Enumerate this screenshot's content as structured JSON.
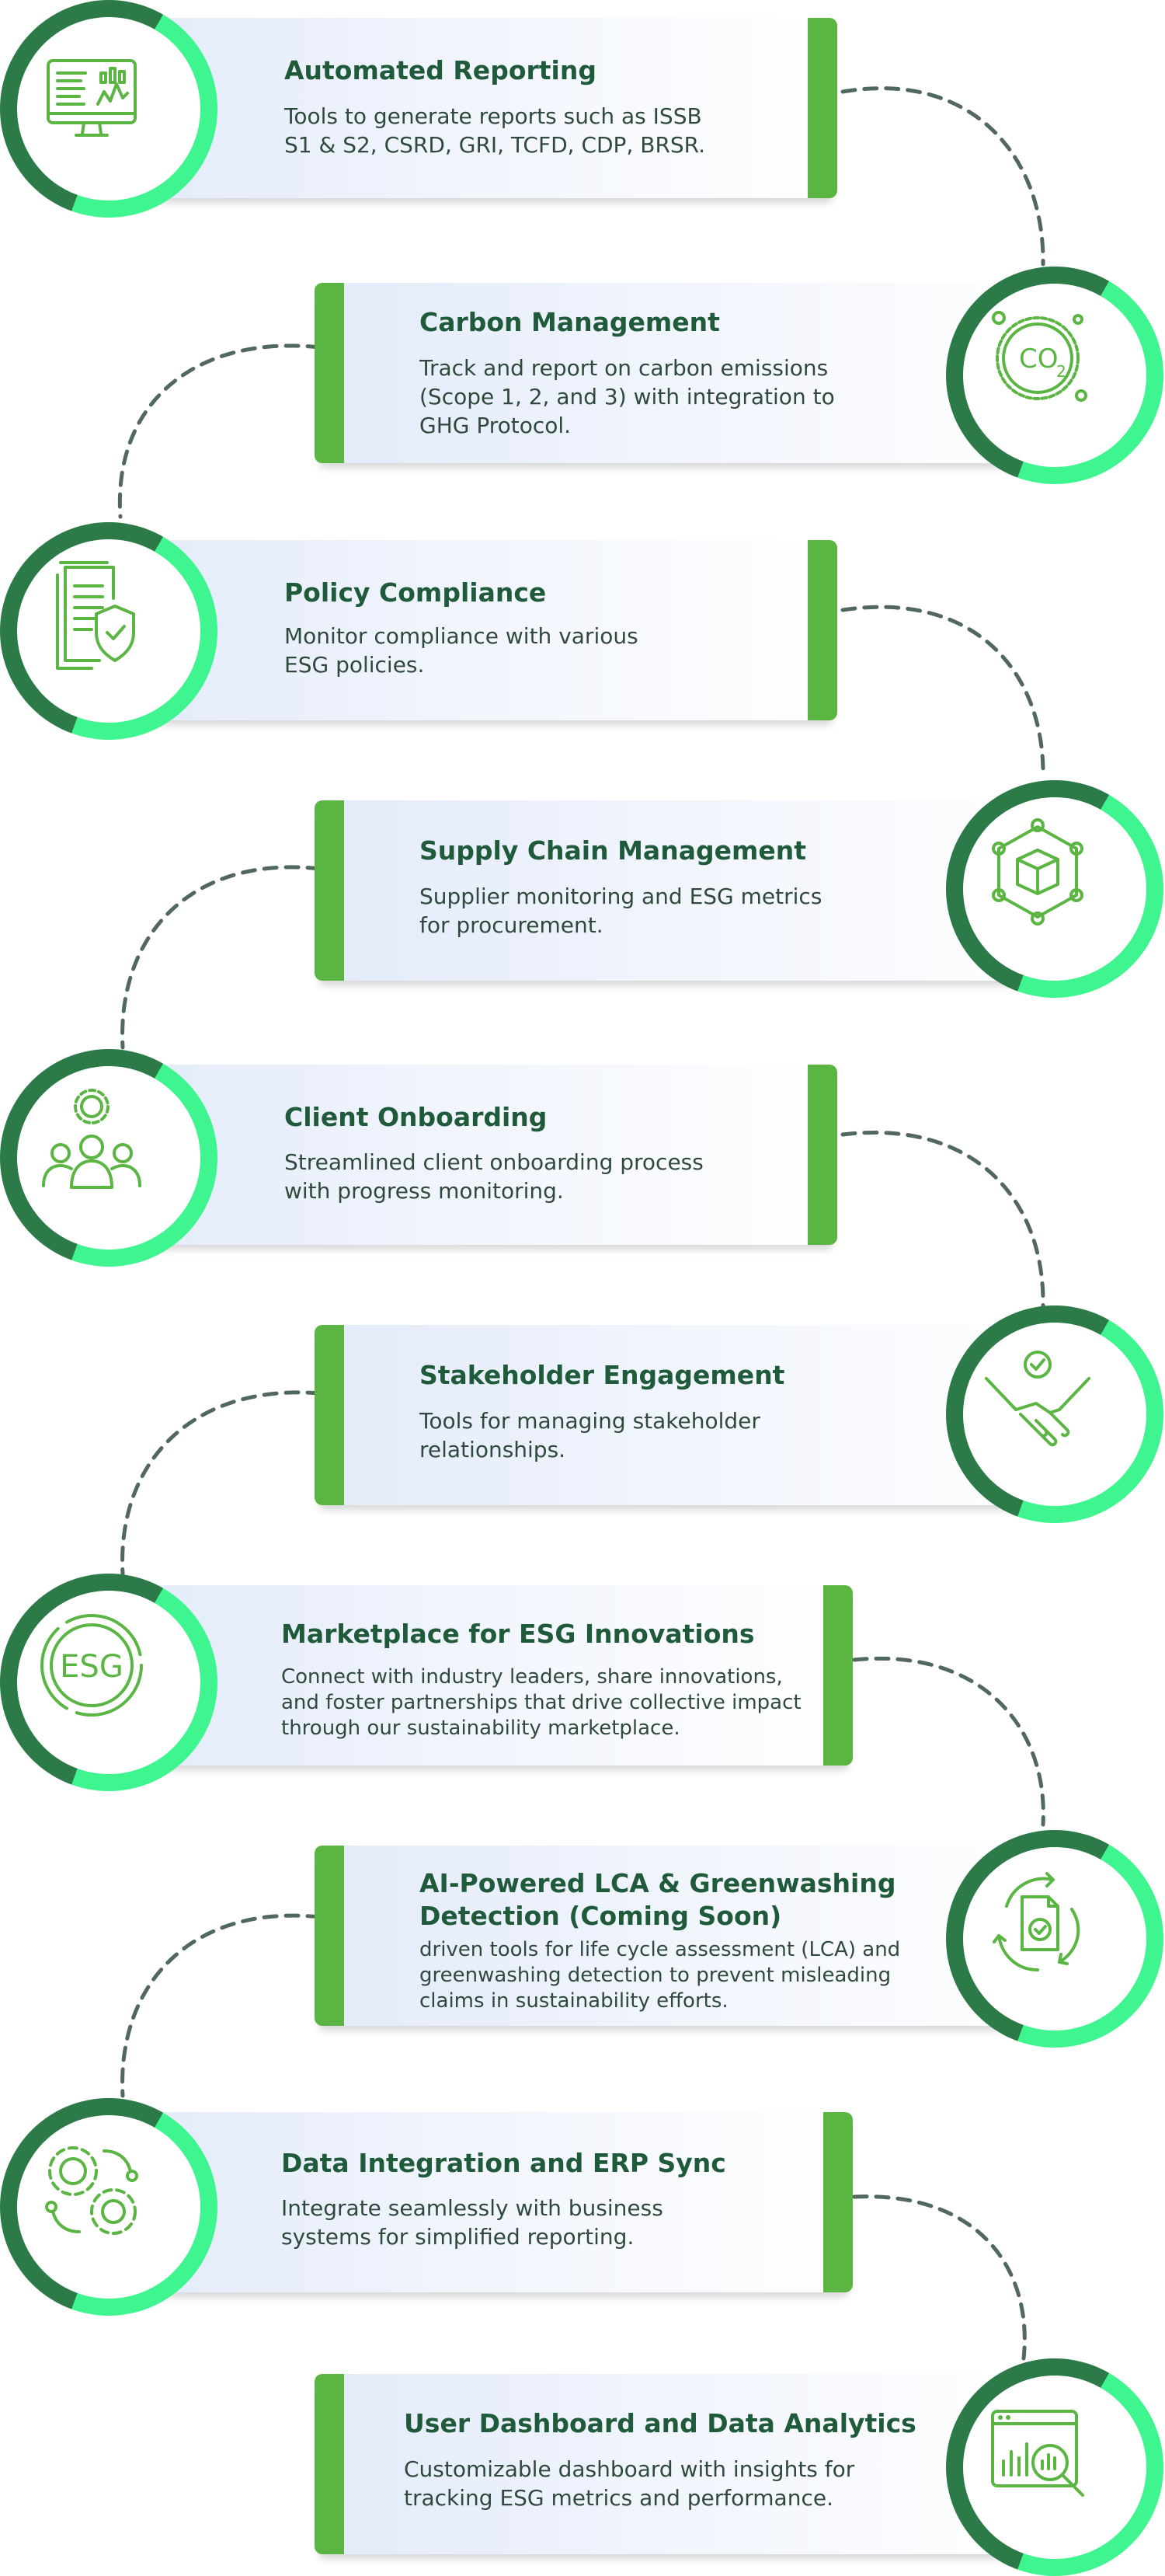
{
  "items": [
    {
      "title": "Automated Reporting",
      "desc": [
        "Tools to generate reports such as ISSB",
        "S1 & S2, CSRD, GRI, TCFD, CDP, BRSR."
      ],
      "icon": "monitor-report-icon"
    },
    {
      "title": "Carbon Management",
      "desc": [
        "Track and report on carbon emissions",
        "(Scope 1, 2, and 3) with integration to",
        "GHG Protocol."
      ],
      "icon": "co2-badge-icon",
      "icon_text": "CO",
      "icon_sub": "2"
    },
    {
      "title": "Policy Compliance",
      "desc": [
        "Monitor compliance with various",
        "ESG policies."
      ],
      "icon": "policy-shield-icon"
    },
    {
      "title": "Supply Chain Management",
      "desc": [
        "Supplier monitoring and ESG metrics",
        "for procurement."
      ],
      "icon": "supply-network-icon"
    },
    {
      "title": "Client Onboarding",
      "desc": [
        "Streamlined client onboarding process",
        "with progress monitoring."
      ],
      "icon": "team-gear-icon"
    },
    {
      "title": "Stakeholder Engagement",
      "desc": [
        "Tools for managing stakeholder",
        "relationships."
      ],
      "icon": "handshake-icon"
    },
    {
      "title": "Marketplace for ESG Innovations",
      "desc": [
        "Connect with industry leaders, share innovations,",
        "and foster partnerships that drive collective impact",
        "through our sustainability marketplace."
      ],
      "icon": "esg-ring-icon",
      "icon_text": "ESG"
    },
    {
      "title": [
        "AI-Powered LCA & Greenwashing",
        "Detection (Coming Soon)"
      ],
      "desc": [
        "driven tools for life cycle assessment (LCA) and",
        "greenwashing detection to prevent misleading",
        "claims in sustainability efforts."
      ],
      "icon": "document-cycle-icon"
    },
    {
      "title": "Data Integration and ERP Sync",
      "desc": [
        "Integrate seamlessly with business",
        "systems for simplified reporting."
      ],
      "icon": "gears-sync-icon"
    },
    {
      "title": "User Dashboard and Data Analytics",
      "desc": [
        "Customizable dashboard with insights for",
        "tracking ESG metrics and performance."
      ],
      "icon": "analytics-magnifier-icon"
    }
  ],
  "colors": {
    "title": "#1f5a3a",
    "text": "#2f4a3c",
    "accent": "#5bb543",
    "ring_light": "#3ff590",
    "ring_dark": "#2c7a48",
    "dash": "#51685e"
  }
}
